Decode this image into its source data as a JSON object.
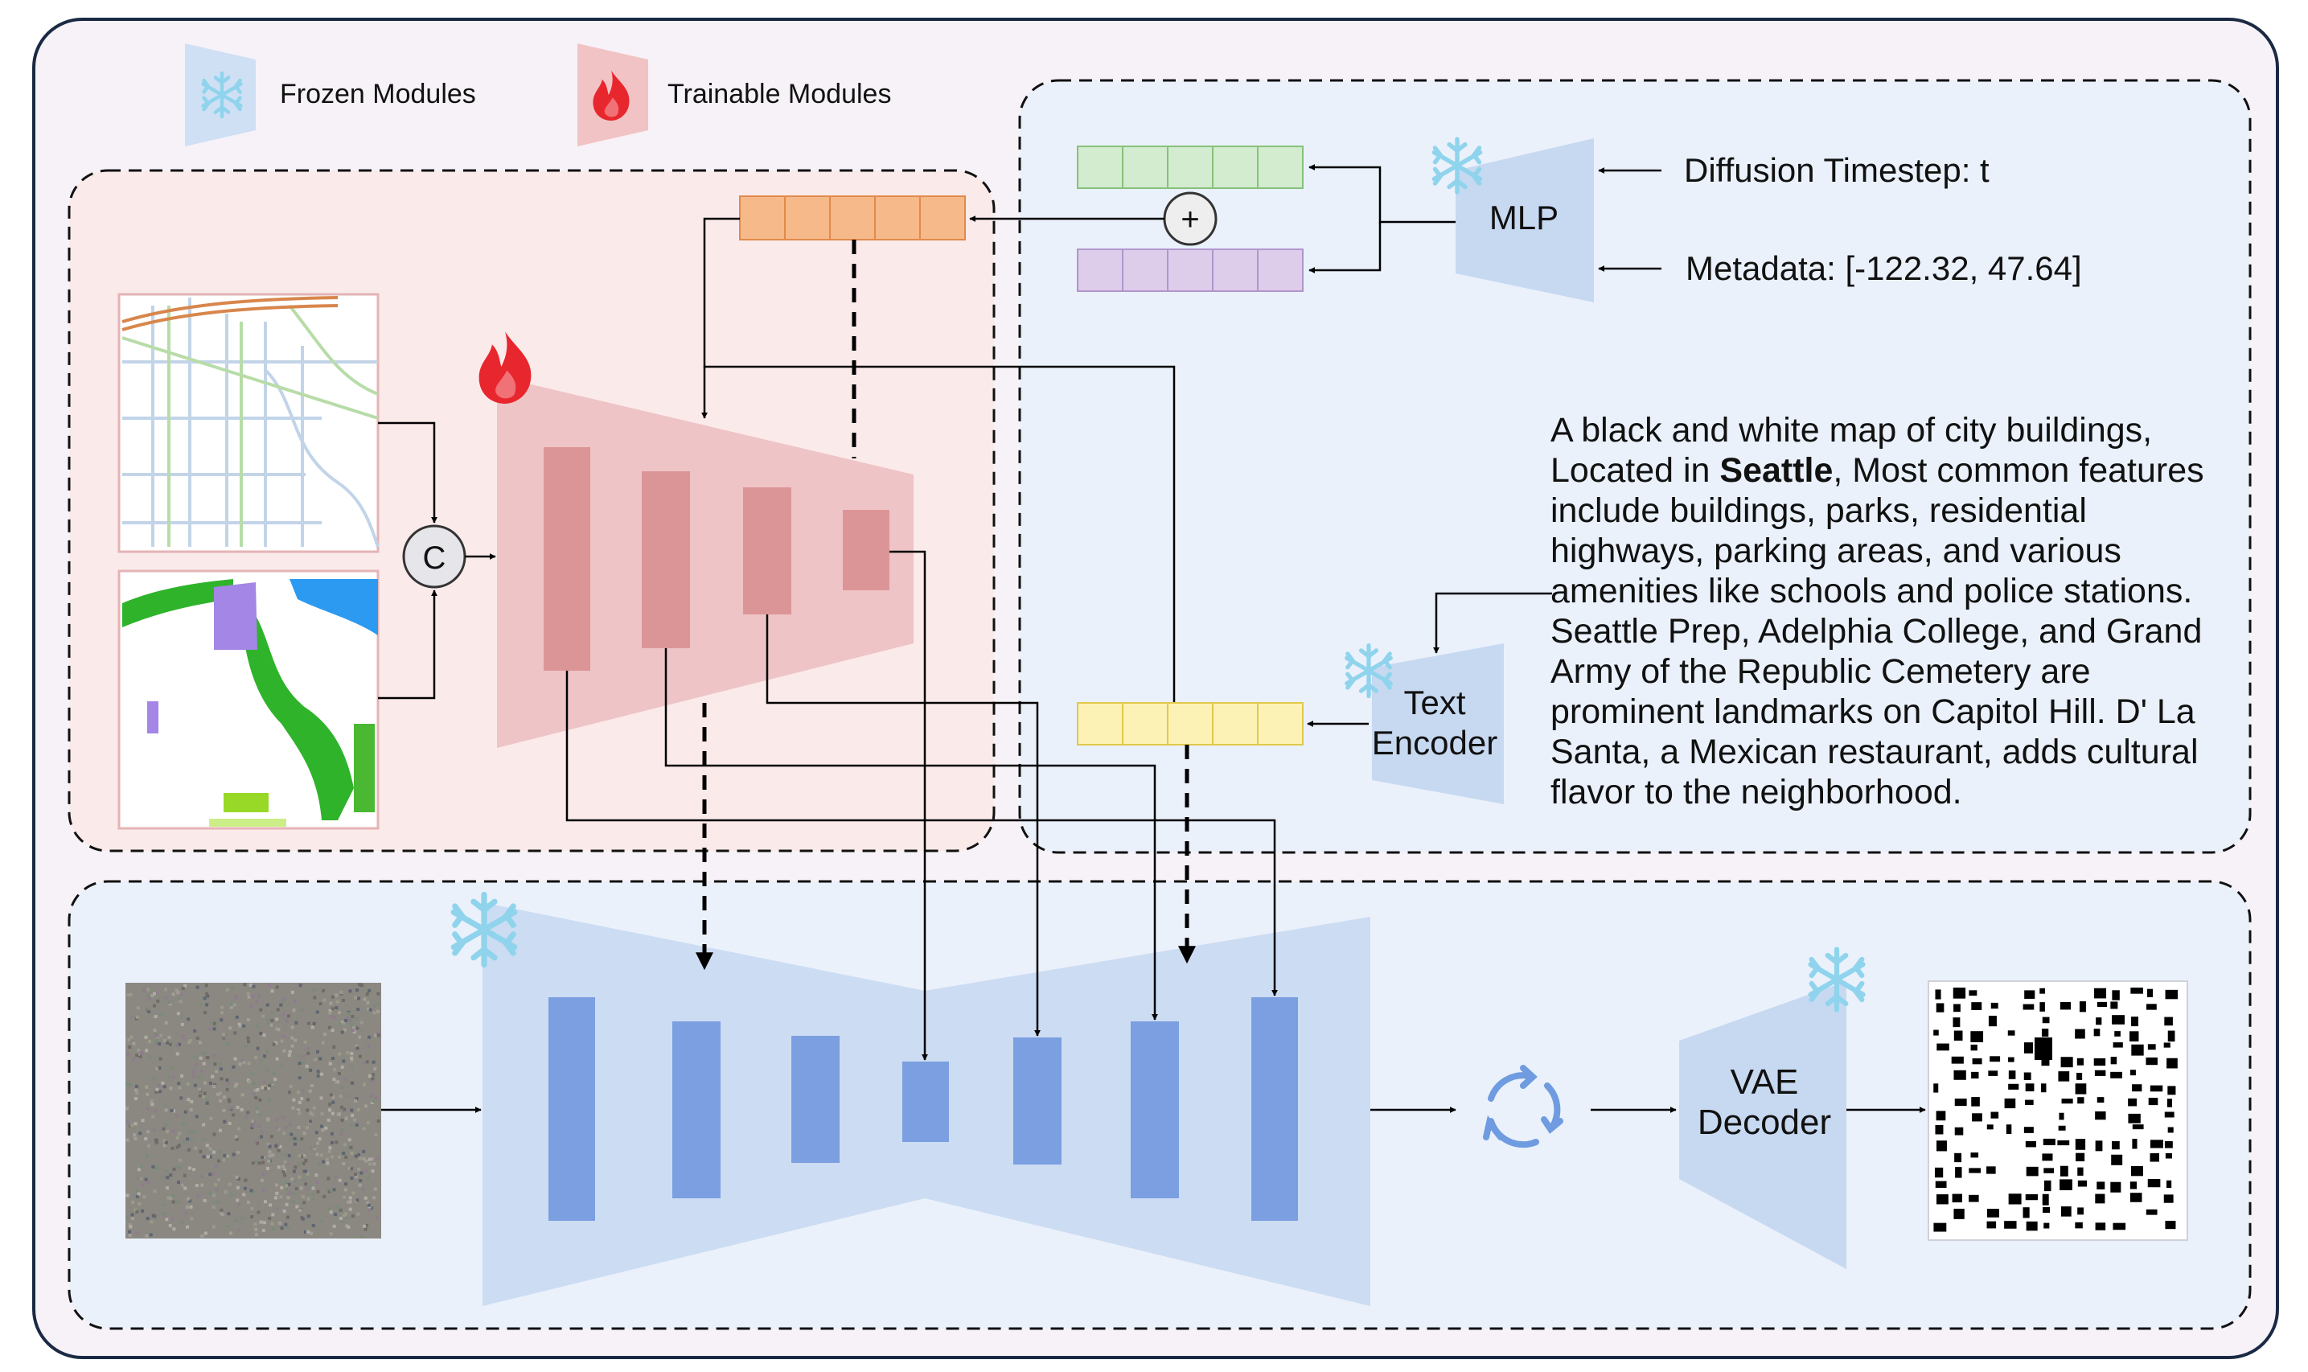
{
  "legend": {
    "frozen_label": "Frozen Modules",
    "trainable_label": "Trainable Modules"
  },
  "modules": {
    "mlp_label": "MLP",
    "text_encoder_label_line1": "Text",
    "text_encoder_label_line2": "Encoder",
    "vae_label_line1": "VAE",
    "vae_label_line2": "Decoder",
    "concat_symbol": "C",
    "add_symbol": "+"
  },
  "inputs": {
    "timestep_text": "Diffusion Timestep: t",
    "metadata_text": "Metadata: [-122.32, 47.64]"
  },
  "description": {
    "line1": "A black and white map of city buildings,",
    "line2_pre": "Located in ",
    "line2_bold": "Seattle",
    "line2_post": ", Most common features",
    "line3": "include buildings, parks, residential",
    "line4": "highways, parking areas, and various",
    "line5": "amenities like schools and police stations.",
    "line6": "Seattle Prep, Adelphia College, and Grand",
    "line7": "Army of the Republic Cemetery are",
    "line8": "prominent landmarks on Capitol Hill. D' La",
    "line9": "Santa, a Mexican restaurant, adds cultural",
    "line10": "flavor to the neighborhood."
  },
  "colors": {
    "outer_bg": "#f7f2f8",
    "trainable_bg": "#fbeaea",
    "frozen_bg": "#eaf1fb",
    "unet_light": "#ccdcf2",
    "unet_block": "#7b9fe0",
    "controlnet_light": "#eec4c6",
    "controlnet_block": "#dc9597",
    "orange_vec": "#f6b98a",
    "green_vec": "#d3ebcf",
    "purple_vec": "#ddcdea",
    "yellow_vec": "#fdf2b5",
    "flame": "#e8262d",
    "snowflake": "#8fd4ec"
  },
  "icons": {
    "frozen": "snowflake-icon",
    "trainable": "flame-icon",
    "loop": "refresh-cycle-icon"
  }
}
